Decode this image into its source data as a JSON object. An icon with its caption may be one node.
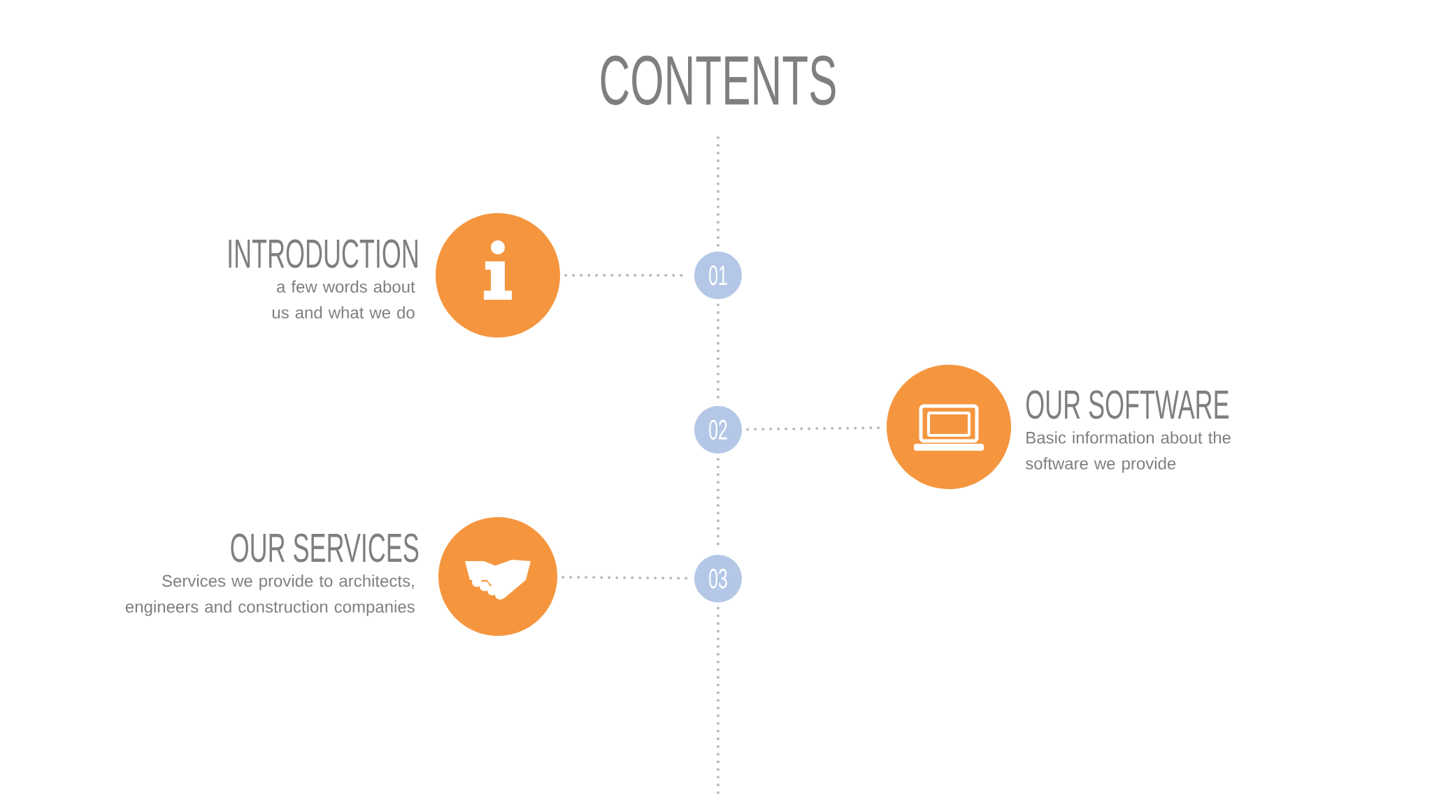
{
  "diagram": {
    "title": "CONTENTS",
    "nodes": [
      {
        "text": [
          "INTRODUCTION",
          "a few words about us and what we do"
        ]
      },
      {
        "text": [
          "01"
        ]
      },
      {
        "text": [
          "02"
        ]
      },
      {
        "text": [
          "OUR SOFTWARE",
          "Basic information about the software we provide"
        ]
      },
      {
        "text": [
          "OUR SERVICES",
          "Services we provide to architects, engineers and construction companies"
        ]
      },
      {
        "text": [
          "03"
        ]
      }
    ],
    "edges": [
      {
        "from": null,
        "to": 1,
        "arrow": "none"
      },
      {
        "from": 0,
        "to": 1,
        "arrow": "none"
      },
      {
        "from": 1,
        "to": 2,
        "arrow": "none"
      },
      {
        "from": 2,
        "to": 3,
        "arrow": "none"
      },
      {
        "from": 2,
        "to": 5,
        "arrow": "none"
      },
      {
        "from": 4,
        "to": 5,
        "arrow": "none"
      },
      {
        "from": 5,
        "to": null,
        "arrow": "none"
      }
    ]
  }
}
